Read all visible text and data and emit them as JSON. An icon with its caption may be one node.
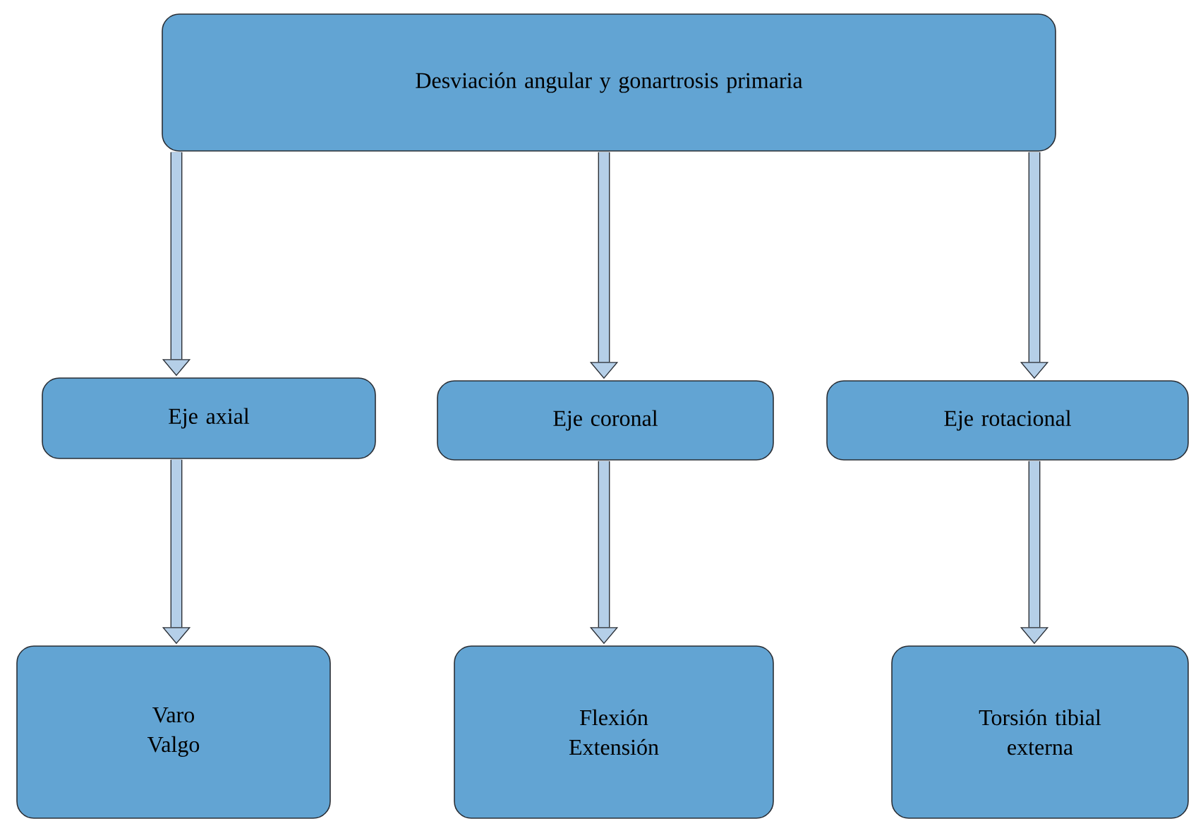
{
  "diagram": {
    "nodes": [
      {
        "text": [
          "Desviación angular y gonartrosis primaria"
        ]
      },
      {
        "text": [
          "Eje axial"
        ]
      },
      {
        "text": [
          "Eje coronal"
        ]
      },
      {
        "text": [
          "Eje rotacional"
        ]
      },
      {
        "text": [
          "Varo Valgo"
        ]
      },
      {
        "text": [
          "Flexión Extensión"
        ]
      },
      {
        "text": [
          "Torsión tibial externa"
        ]
      }
    ],
    "edges": [
      {
        "from": 0,
        "to": 1,
        "arrow": "to"
      },
      {
        "from": 0,
        "to": 2,
        "arrow": "to"
      },
      {
        "from": 0,
        "to": 3,
        "arrow": "to"
      },
      {
        "from": 1,
        "to": 4,
        "arrow": "to"
      },
      {
        "from": 2,
        "to": 5,
        "arrow": "to"
      },
      {
        "from": 3,
        "to": 6,
        "arrow": "to"
      }
    ]
  }
}
